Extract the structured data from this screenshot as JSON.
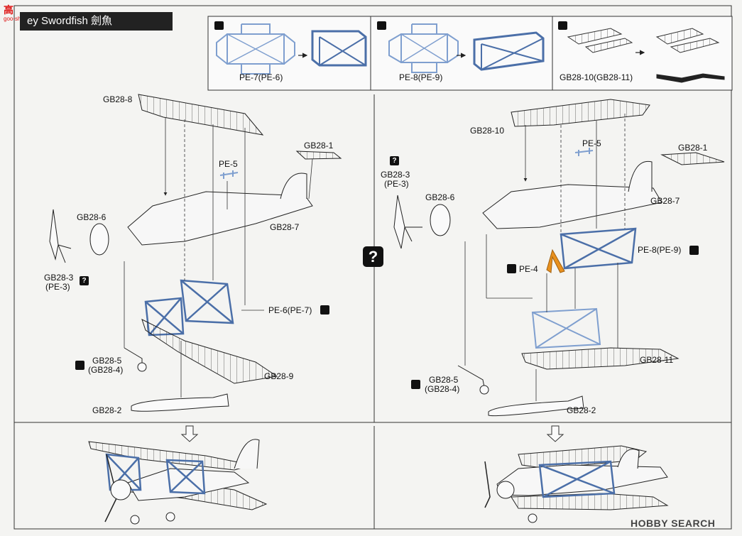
{
  "title": {
    "text": "ey Swordfish  劍魚"
  },
  "watermark": {
    "top": "高",
    "bottom": "goo-shhu.com"
  },
  "callouts": [
    {
      "id": "pe7",
      "label": "PE-7(PE-6)"
    },
    {
      "id": "pe8",
      "label": "PE-8(PE-9)"
    },
    {
      "id": "gb10",
      "label": "GB28-10(GB28-11)"
    }
  ],
  "left_parts": {
    "gb28_8": "GB28-8",
    "pe5": "PE-5",
    "gb28_1": "GB28-1",
    "gb28_6": "GB28-6",
    "gb28_7": "GB28-7",
    "gb28_3": "GB28-3",
    "pe3": "(PE-3)",
    "pe6": "PE-6(PE-7)",
    "gb28_5": "GB28-5",
    "gb28_4": "(GB28-4)",
    "gb28_9": "GB28-9",
    "gb28_2": "GB28-2"
  },
  "right_parts": {
    "gb28_10": "GB28-10",
    "pe5": "PE-5",
    "gb28_1": "GB28-1",
    "gb28_3": "GB28-3",
    "pe3": "(PE-3)",
    "gb28_6": "GB28-6",
    "gb28_7": "GB28-7",
    "pe8": "PE-8(PE-9)",
    "pe4": "PE-4",
    "gb28_11": "GB28-11",
    "gb28_5": "GB28-5",
    "gb28_4": "(GB28-4)",
    "gb28_2": "GB28-2"
  },
  "question_glyph": "?",
  "footer": {
    "brand": "HOBBY SEARCH"
  },
  "colors": {
    "pe_blue": "#7f9fcf",
    "pe4_orange": "#e8901e",
    "line": "#222222"
  }
}
